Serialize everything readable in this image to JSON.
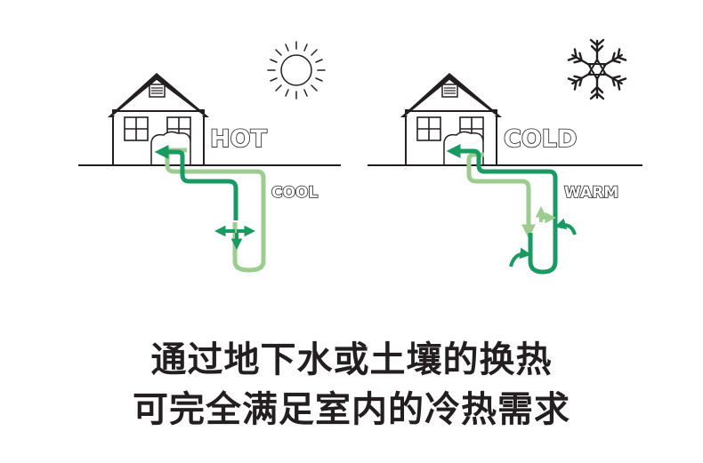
{
  "summer": {
    "label_above": "HOT",
    "label_ground": "COOL",
    "icon": "sun-icon"
  },
  "winter": {
    "label_above": "COLD",
    "label_ground": "WARM",
    "icon": "snowflake-icon"
  },
  "caption": {
    "line1": "通过地下水或土壤的换热",
    "line2": "可完全满足室内的冷热需求"
  },
  "colors": {
    "dark_green": "#1a9a63",
    "light_green": "#9ccc8f",
    "ink": "#231f20"
  }
}
